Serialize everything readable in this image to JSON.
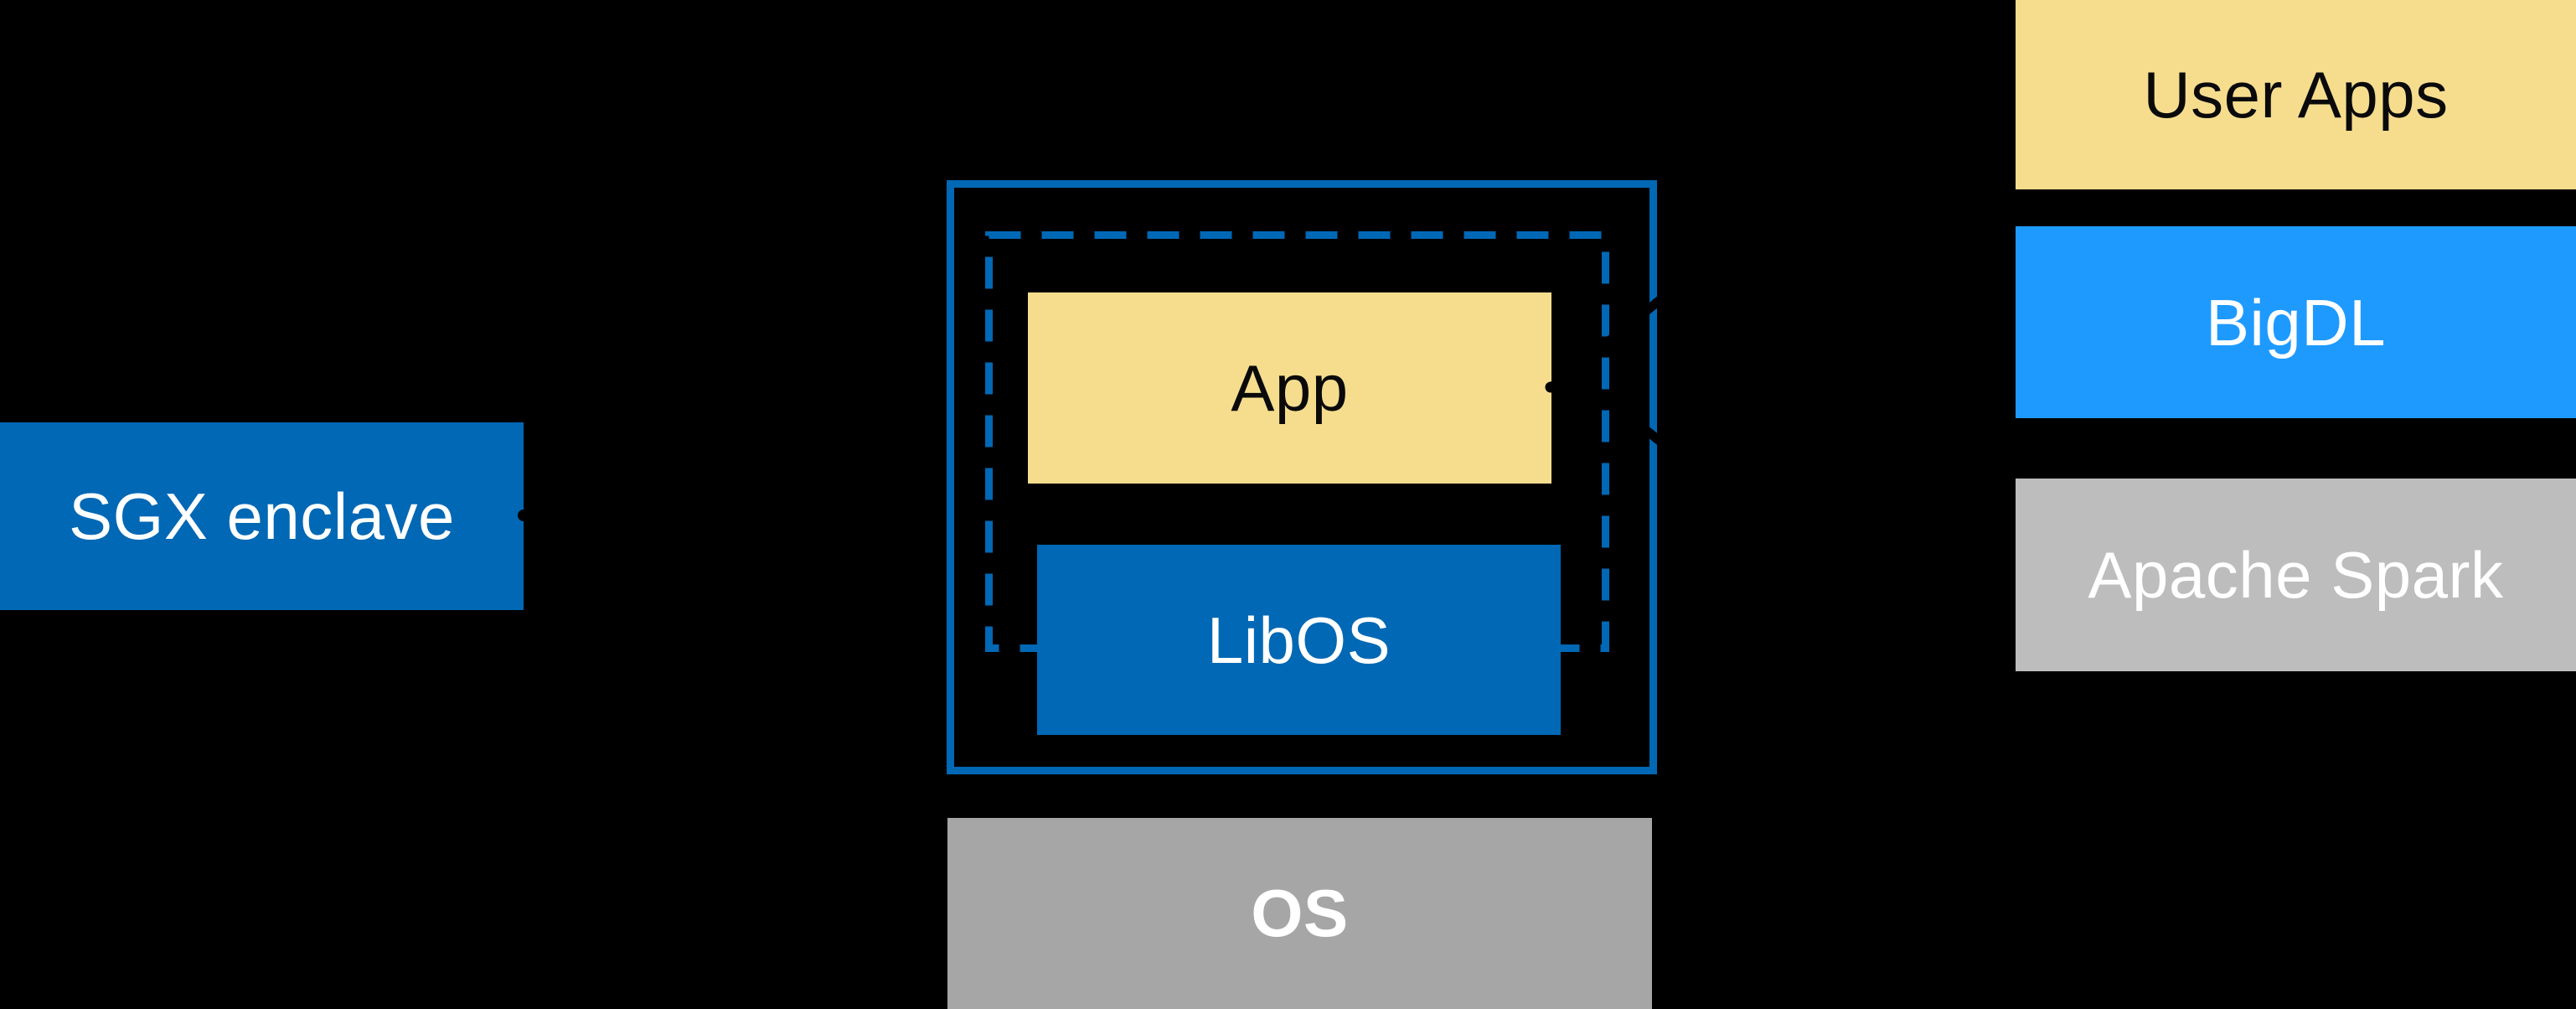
{
  "colors": {
    "background": "#000000",
    "intel_blue": "#0068B5",
    "bigdl_blue": "#1E9AFF",
    "app_yellow": "#F6DD8E",
    "spark_gray": "#BDBDBD",
    "os_gray": "#A6A6A6",
    "text_light": "#FFFFFF",
    "text_dark": "#0A0A0A",
    "connector_black": "#000000"
  },
  "boxes": {
    "sgx_enclave": {
      "label": "SGX enclave"
    },
    "app": {
      "label": "App"
    },
    "libos": {
      "label": "LibOS"
    },
    "os": {
      "label": "OS"
    },
    "user_apps": {
      "label": "User Apps"
    },
    "bigdl": {
      "label": "BigDL"
    },
    "apache_spark": {
      "label": "Apache Spark"
    }
  }
}
